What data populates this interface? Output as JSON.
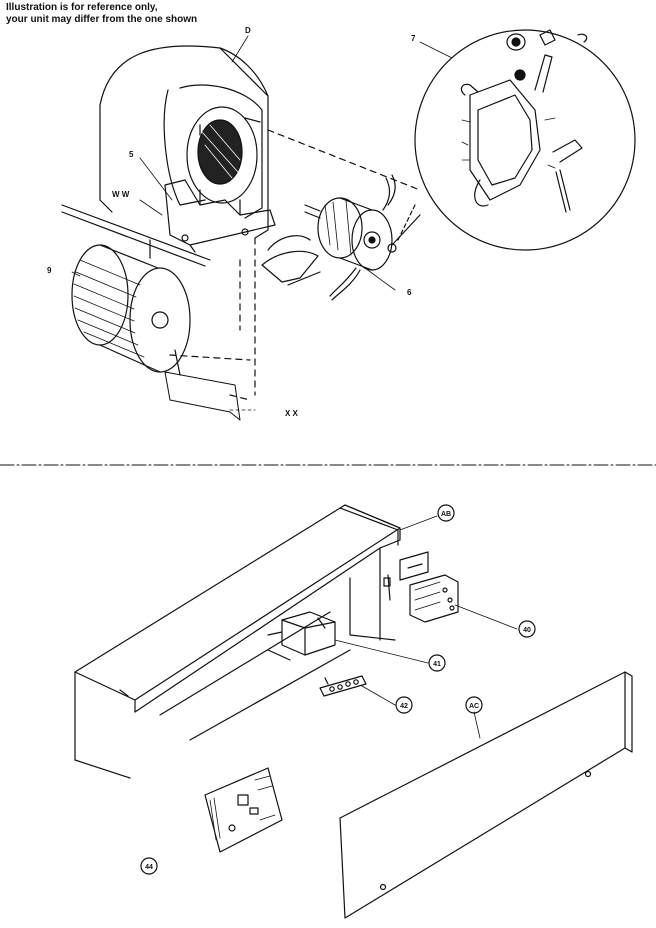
{
  "notice": {
    "line1": "Illustration is for reference only,",
    "line2": "your unit may differ from the one shown"
  },
  "upper_labels": {
    "housing": "D",
    "mount_ring": "7",
    "bracket": "5",
    "ww": "W W",
    "wheel": "9",
    "motor": "6",
    "xx": "X X"
  },
  "lower_callouts": {
    "top_panel": "AB",
    "contactor": "40",
    "transformer": "41",
    "terminal_strip": "42",
    "access_panel": "AC",
    "control_board": "44"
  }
}
